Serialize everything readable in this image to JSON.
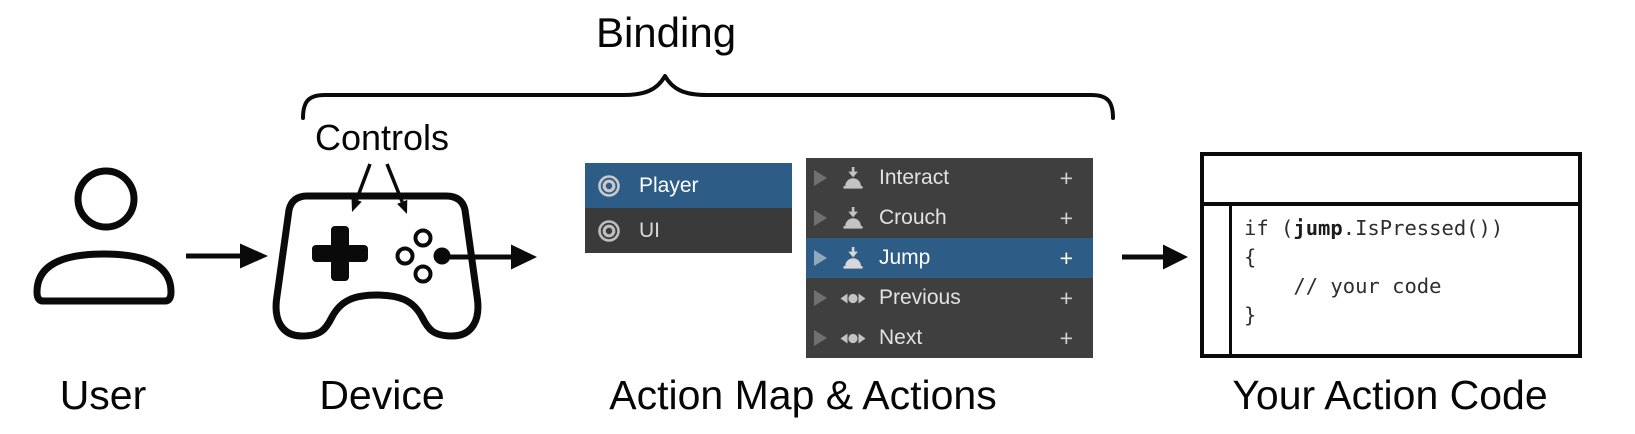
{
  "binding": {
    "label": "Binding"
  },
  "controls": {
    "label": "Controls"
  },
  "stages": {
    "user": "User",
    "device": "Device",
    "action_map": "Action Map & Actions",
    "action_code": "Your Action Code"
  },
  "action_maps": {
    "items": [
      {
        "label": "Player",
        "selected": true
      },
      {
        "label": "UI",
        "selected": false
      }
    ]
  },
  "actions": {
    "add_label": "+",
    "items": [
      {
        "label": "Interact",
        "icon": "button-press-icon",
        "selected": false
      },
      {
        "label": "Crouch",
        "icon": "button-press-icon",
        "selected": false
      },
      {
        "label": "Jump",
        "icon": "button-press-icon",
        "selected": true
      },
      {
        "label": "Previous",
        "icon": "axis-icon",
        "selected": false
      },
      {
        "label": "Next",
        "icon": "axis-icon",
        "selected": false
      }
    ]
  },
  "code": {
    "line1_prefix": "if (",
    "line1_bold": "jump",
    "line1_suffix": ".IsPressed())",
    "line2": "{",
    "line3": "    // your code",
    "line4": "}"
  },
  "colors": {
    "selection_blue": "#2d5d87",
    "panel_gray": "#3f3f3f",
    "icon_gray": "#c3c3c3",
    "foldout_gray": "#707070",
    "foldout_selected": "#91a9bd",
    "text_light": "#e2e2e2",
    "line_black": "#0a0a0a"
  }
}
